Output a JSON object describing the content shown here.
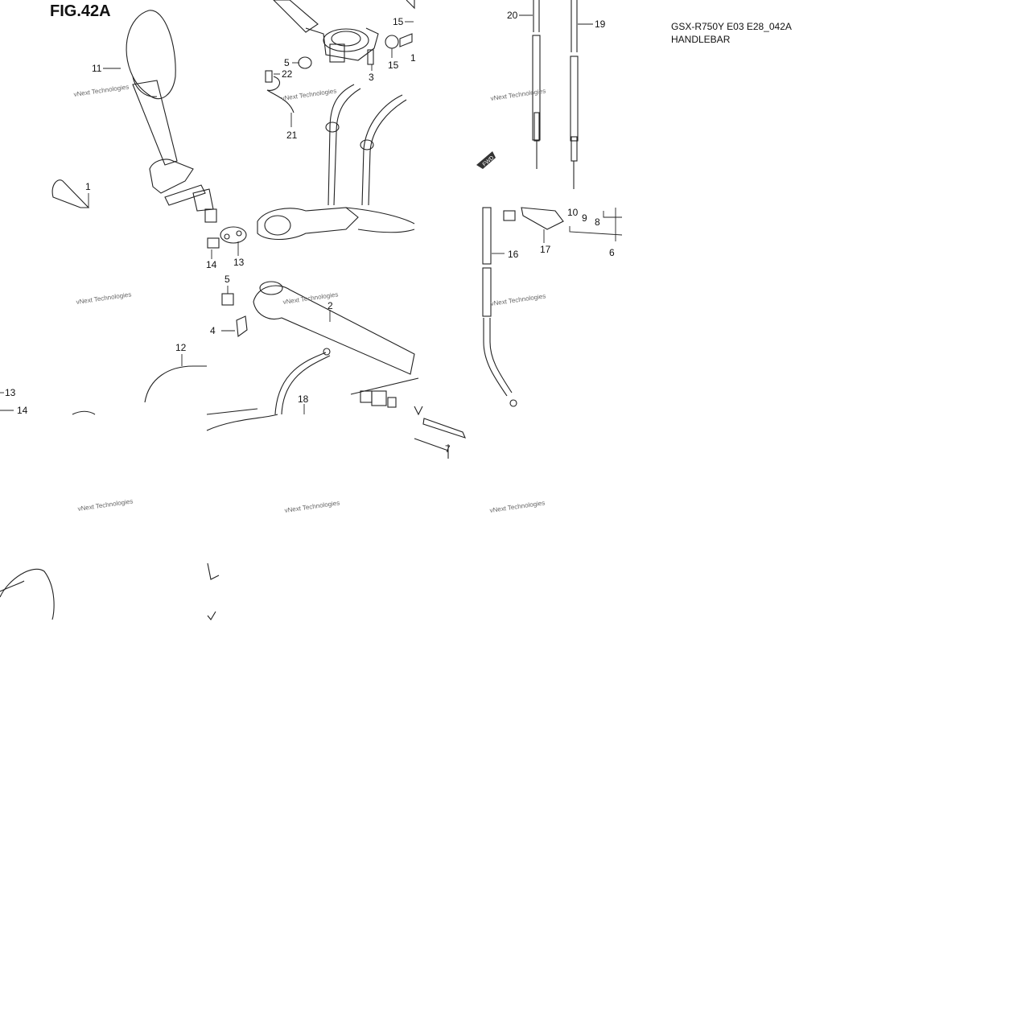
{
  "figure": {
    "title": "FIG.42A",
    "model_code": "GSX-R750Y E03 E28_042A",
    "section": "HANDLEBAR"
  },
  "fwd_label": "FWD",
  "watermark": [
    "vNext Technologies",
    "vNext Technologies",
    "vNext Technologies",
    "vNext Technologies",
    "vNext Technologies",
    "vNext Technologies",
    "vNext Technologies",
    "vNext Technologies",
    "vNext Technologies"
  ],
  "callouts": [
    "20",
    "19",
    "15",
    "5",
    "22",
    "3",
    "15",
    "1",
    "11",
    "21",
    "1",
    "14",
    "13",
    "5",
    "2",
    "4",
    "12",
    "13",
    "14",
    "18",
    "7",
    "10",
    "9",
    "8",
    "6",
    "17",
    "16"
  ]
}
